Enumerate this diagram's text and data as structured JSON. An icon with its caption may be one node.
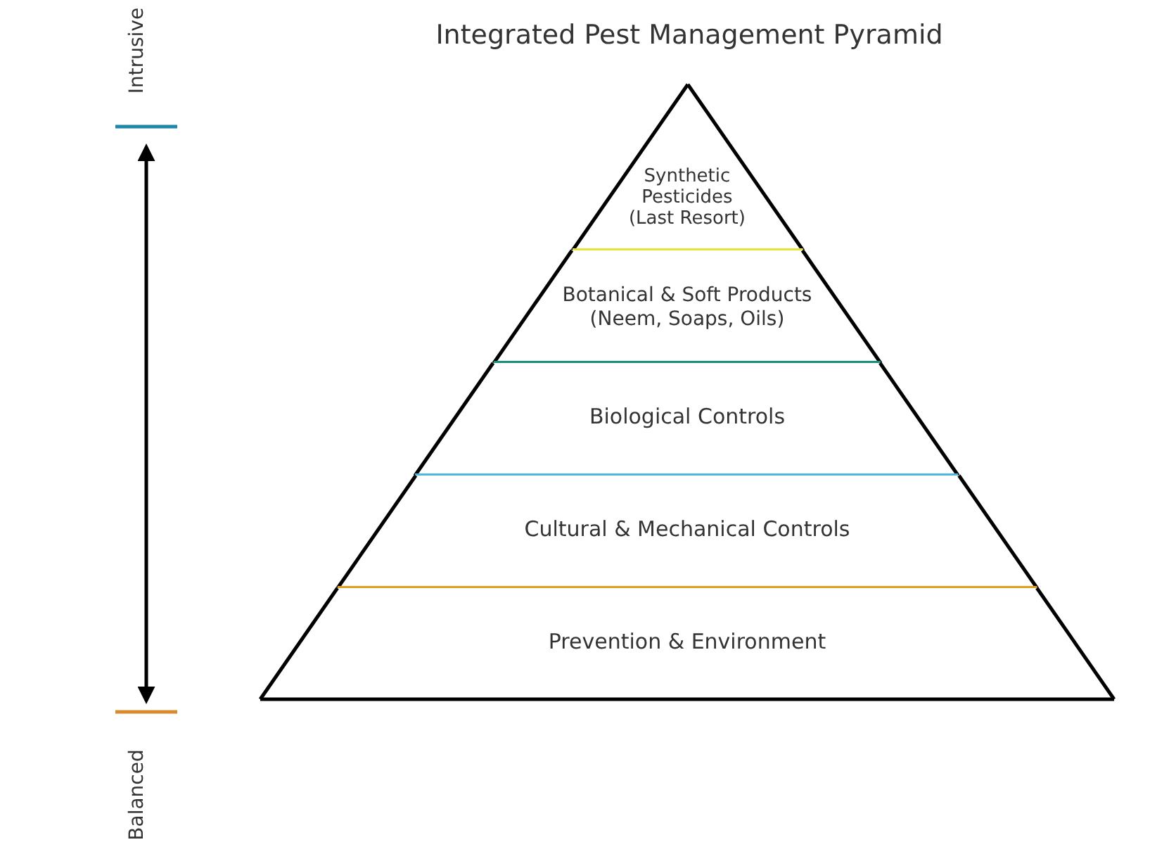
{
  "diagram": {
    "title": "Integrated Pest Management Pyramid",
    "nodes": [
      {
        "text": [
          "Intrusive"
        ]
      },
      {
        "text": [
          "Synthetic Pesticides (Last Resort)"
        ]
      },
      {
        "text": [
          "Botanical & Soft Products (Neem, Soaps, Oils)"
        ]
      },
      {
        "text": [
          "Biological Controls"
        ]
      },
      {
        "text": [
          "Cultural & Mechanical Controls"
        ]
      },
      {
        "text": [
          "Prevention & Environment"
        ]
      },
      {
        "text": [
          "Balanced"
        ]
      }
    ],
    "edges": [
      {
        "from": 0,
        "to": 6,
        "arrow": "both"
      }
    ]
  }
}
